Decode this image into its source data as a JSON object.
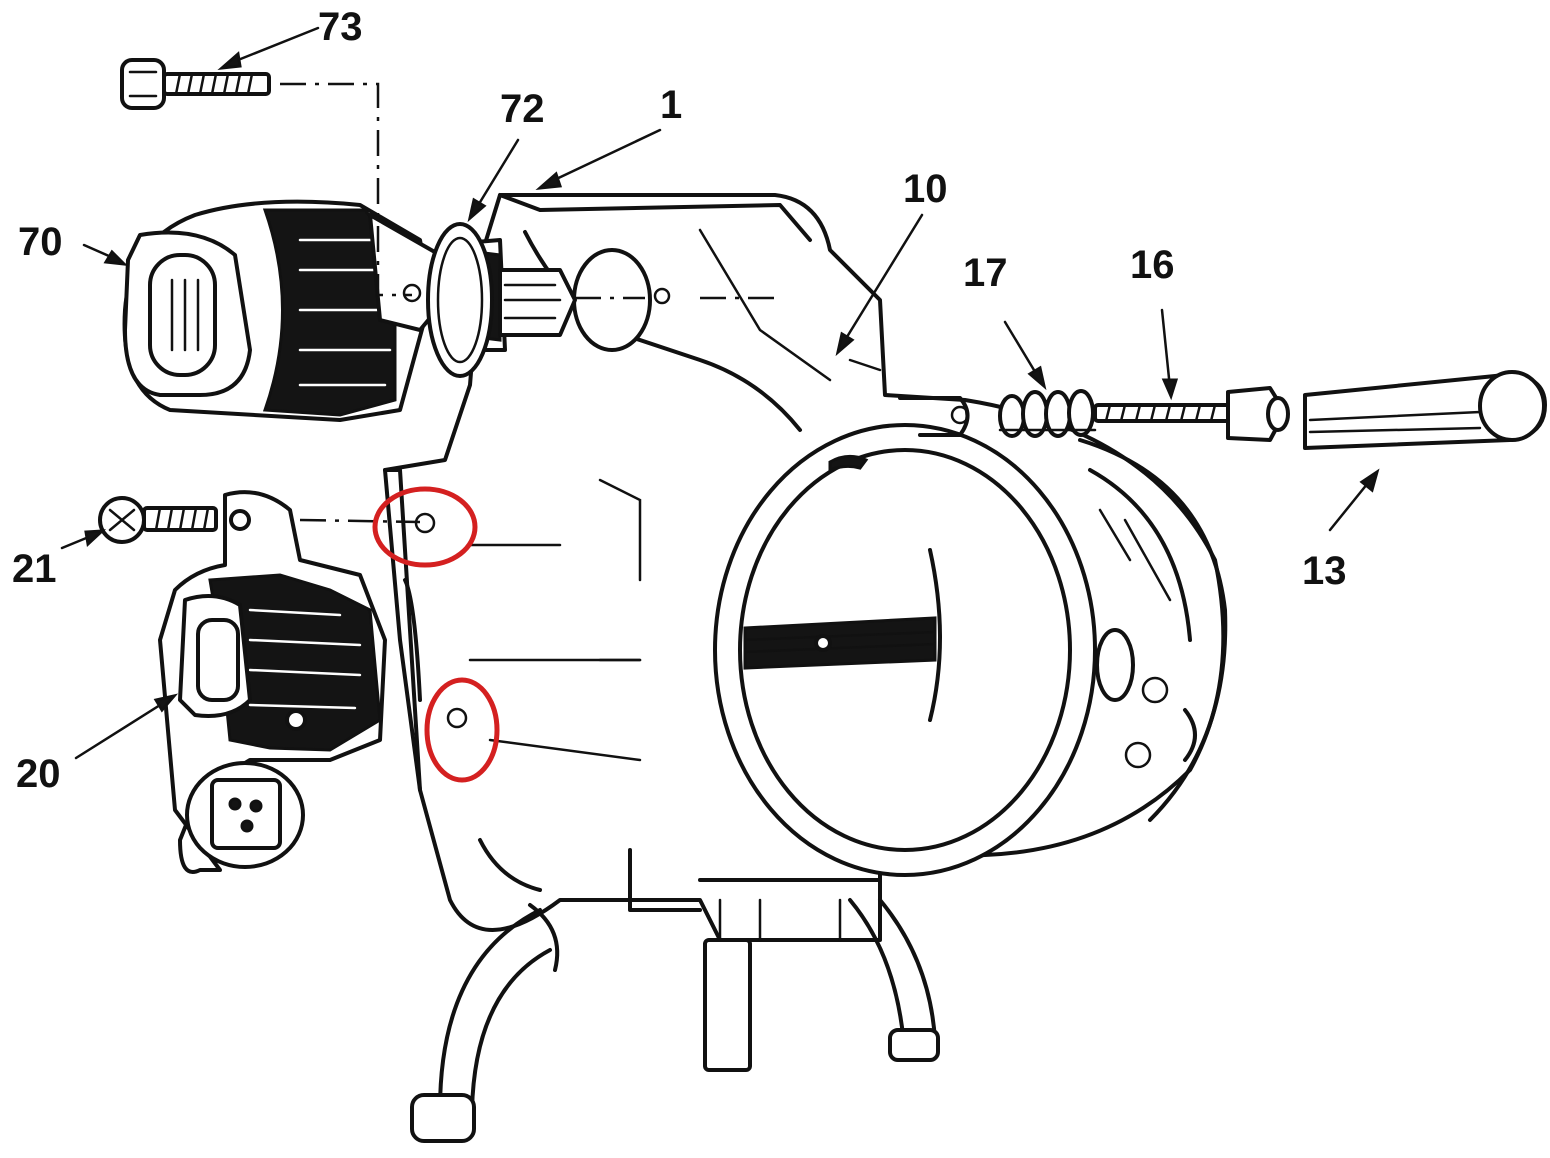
{
  "colors": {
    "ink": "#111111",
    "highlight": "#d42020",
    "paper": "#ffffff"
  },
  "callouts": [
    {
      "id": "c73",
      "text": "73"
    },
    {
      "id": "c72",
      "text": "72"
    },
    {
      "id": "c1",
      "text": "1"
    },
    {
      "id": "c10",
      "text": "10"
    },
    {
      "id": "c70",
      "text": "70"
    },
    {
      "id": "c17",
      "text": "17"
    },
    {
      "id": "c16",
      "text": "16"
    },
    {
      "id": "c21",
      "text": "21"
    },
    {
      "id": "c13",
      "text": "13"
    },
    {
      "id": "c20",
      "text": "20"
    }
  ],
  "highlights": [
    {
      "name": "upper-mounting-hole-highlight"
    },
    {
      "name": "lower-mounting-hole-highlight"
    }
  ]
}
